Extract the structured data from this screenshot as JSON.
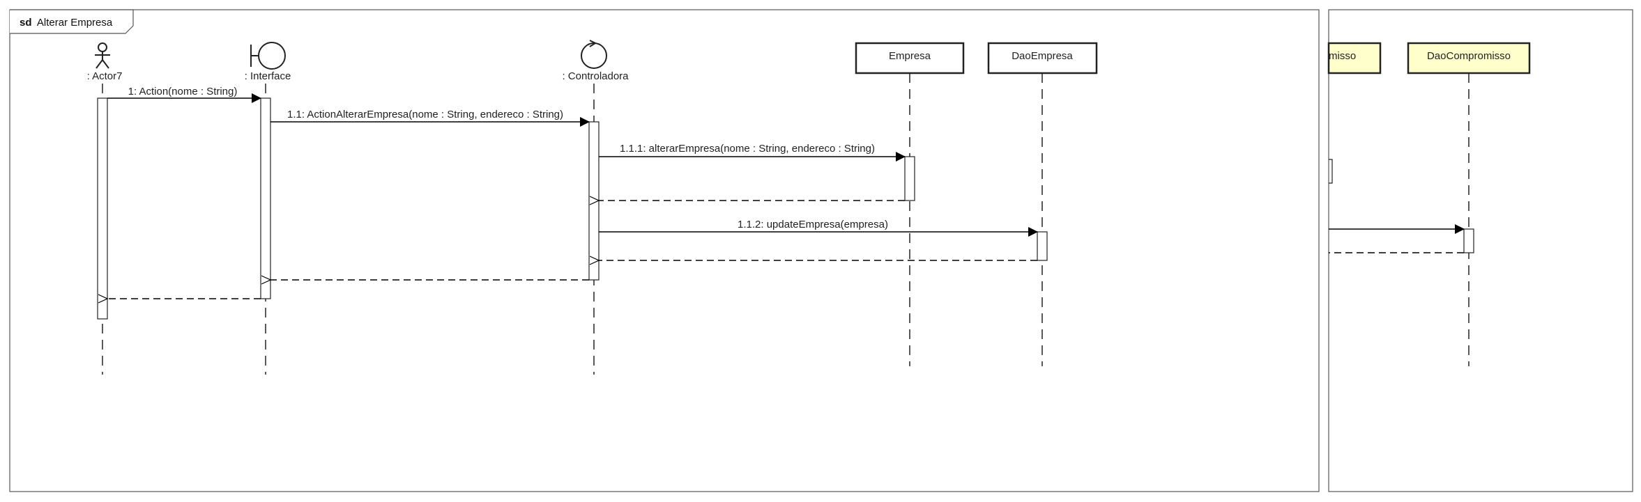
{
  "frame": {
    "keyword": "sd",
    "name": "Alterar Empresa"
  },
  "lifelines": {
    "actor": ": Actor7",
    "interface": ": Interface",
    "control": ": Controladora",
    "empresa": "Empresa",
    "dao_empresa": "DaoEmpresa",
    "compromisso_partial": "misso",
    "dao_compromisso": "DaoCompromisso"
  },
  "messages": {
    "m1": "1: Action(nome : String)",
    "m1_1": "1.1: ActionAlterarEmpresa(nome : String, endereco : String)",
    "m1_1_1": "1.1.1: alterarEmpresa(nome : String, endereco : String)",
    "m1_1_2": "1.1.2: updateEmpresa(empresa)"
  },
  "colors": {
    "stroke": "#222222",
    "frame_border": "#555555",
    "lifeline_box_fill": "#ffffff",
    "highlight_box_fill": "#ffffcc"
  }
}
